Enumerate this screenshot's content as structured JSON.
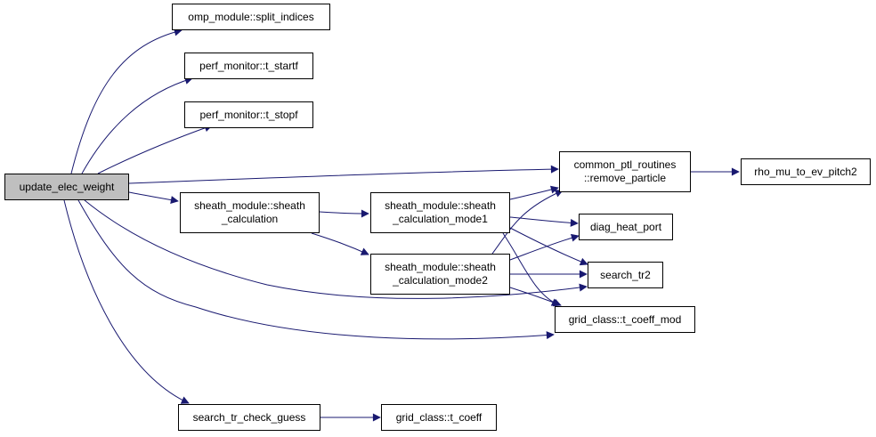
{
  "graph": {
    "nodes": {
      "update_elec_weight": [
        "update_elec_weight"
      ],
      "split_indices": [
        "omp_module::split_indices"
      ],
      "t_startf": [
        "perf_monitor::t_startf"
      ],
      "t_stopf": [
        "perf_monitor::t_stopf"
      ],
      "sheath_calculation": [
        "sheath_module::sheath",
        "_calculation"
      ],
      "sheath_calculation_mode1": [
        "sheath_module::sheath",
        "_calculation_mode1"
      ],
      "sheath_calculation_mode2": [
        "sheath_module::sheath",
        "_calculation_mode2"
      ],
      "remove_particle": [
        "common_ptl_routines",
        "::remove_particle"
      ],
      "rho_mu_to_ev_pitch2": [
        "rho_mu_to_ev_pitch2"
      ],
      "diag_heat_port": [
        "diag_heat_port"
      ],
      "search_tr2": [
        "search_tr2"
      ],
      "t_coeff_mod": [
        "grid_class::t_coeff_mod"
      ],
      "search_tr_check_guess": [
        "search_tr_check_guess"
      ],
      "t_coeff": [
        "grid_class::t_coeff"
      ]
    },
    "edges": [
      [
        "update_elec_weight",
        "split_indices"
      ],
      [
        "update_elec_weight",
        "t_startf"
      ],
      [
        "update_elec_weight",
        "t_stopf"
      ],
      [
        "update_elec_weight",
        "remove_particle"
      ],
      [
        "update_elec_weight",
        "sheath_calculation"
      ],
      [
        "update_elec_weight",
        "search_tr2"
      ],
      [
        "update_elec_weight",
        "t_coeff_mod"
      ],
      [
        "update_elec_weight",
        "search_tr_check_guess"
      ],
      [
        "sheath_calculation",
        "sheath_calculation_mode1"
      ],
      [
        "sheath_calculation",
        "sheath_calculation_mode2"
      ],
      [
        "sheath_calculation_mode1",
        "remove_particle"
      ],
      [
        "sheath_calculation_mode1",
        "diag_heat_port"
      ],
      [
        "sheath_calculation_mode1",
        "search_tr2"
      ],
      [
        "sheath_calculation_mode1",
        "t_coeff_mod"
      ],
      [
        "sheath_calculation_mode2",
        "remove_particle"
      ],
      [
        "sheath_calculation_mode2",
        "diag_heat_port"
      ],
      [
        "sheath_calculation_mode2",
        "search_tr2"
      ],
      [
        "sheath_calculation_mode2",
        "t_coeff_mod"
      ],
      [
        "remove_particle",
        "rho_mu_to_ev_pitch2"
      ],
      [
        "search_tr_check_guess",
        "t_coeff"
      ]
    ],
    "colors": {
      "edge": "#191970",
      "root_fill": "#bfbfbf",
      "node_fill": "#ffffff",
      "border": "#000000"
    }
  }
}
